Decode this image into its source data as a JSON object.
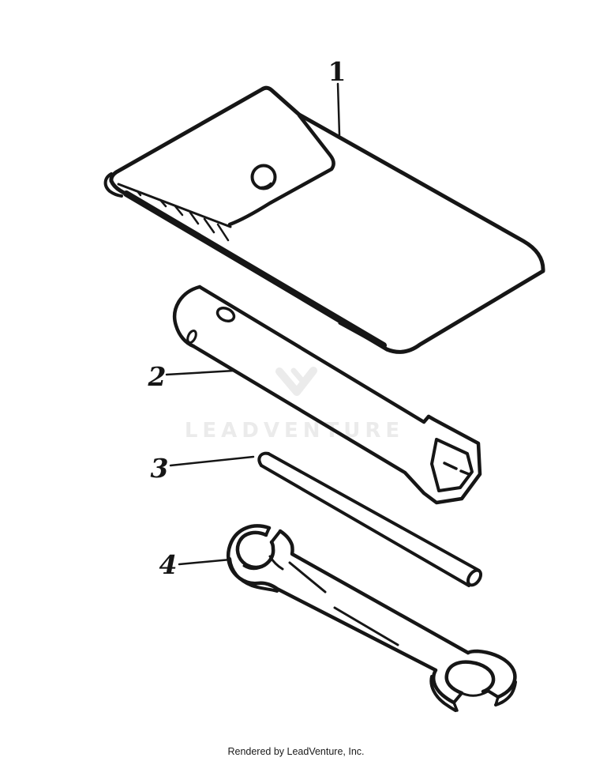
{
  "callouts": [
    {
      "label": "1"
    },
    {
      "label": "2"
    },
    {
      "label": "3"
    },
    {
      "label": "4"
    }
  ],
  "watermark": {
    "text": "LEADVENTURE",
    "logo": "leadventure-flame-v-logo",
    "color": "#ebebeb"
  },
  "footer": {
    "text": "Rendered by LeadVenture, Inc."
  },
  "art": {
    "line_color": "#161616",
    "background": "#ffffff"
  }
}
